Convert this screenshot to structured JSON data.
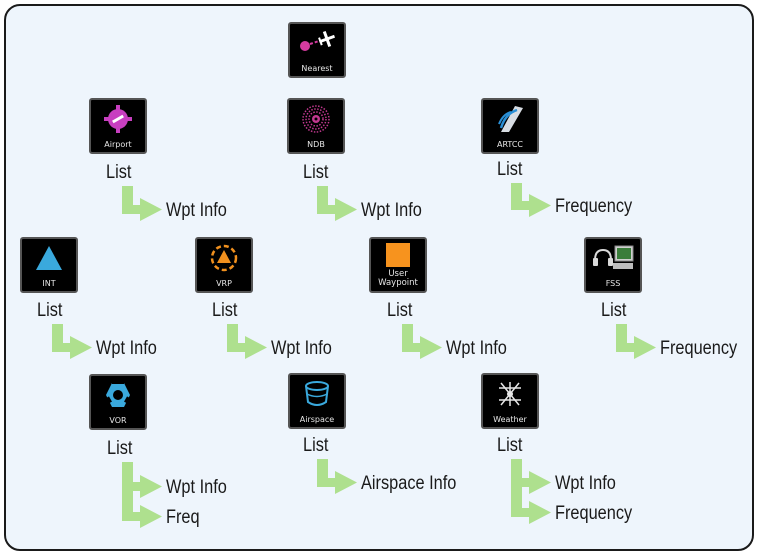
{
  "nearest": {
    "caption": "Nearest",
    "icon": "aircraft-target-icon"
  },
  "categories": {
    "airport": {
      "caption": "Airport",
      "icon": "airport-icon",
      "list_label": "List",
      "items": [
        "Wpt Info"
      ]
    },
    "ndb": {
      "caption": "NDB",
      "icon": "ndb-icon",
      "list_label": "List",
      "items": [
        "Wpt Info"
      ]
    },
    "artcc": {
      "caption": "ARTCC",
      "icon": "artcc-icon",
      "list_label": "List",
      "items": [
        "Frequency"
      ]
    },
    "int": {
      "caption": "INT",
      "icon": "intersection-icon",
      "list_label": "List",
      "items": [
        "Wpt Info"
      ]
    },
    "vrp": {
      "caption": "VRP",
      "icon": "vrp-icon",
      "list_label": "List",
      "items": [
        "Wpt Info"
      ]
    },
    "user_wpt": {
      "caption": "User Waypoint",
      "caption_line1": "User",
      "caption_line2": "Waypoint",
      "icon": "user-waypoint-icon",
      "list_label": "List",
      "items": [
        "Wpt Info"
      ]
    },
    "fss": {
      "caption": "FSS",
      "icon": "fss-icon",
      "list_label": "List",
      "items": [
        "Frequency"
      ]
    },
    "vor": {
      "caption": "VOR",
      "icon": "vor-icon",
      "list_label": "List",
      "items": [
        "Wpt Info",
        "Freq"
      ]
    },
    "airspace": {
      "caption": "Airspace",
      "icon": "airspace-icon",
      "list_label": "List",
      "items": [
        "Airspace Info"
      ]
    },
    "weather": {
      "caption": "Weather",
      "icon": "weather-icon",
      "list_label": "List",
      "items": [
        "Wpt Info",
        "Frequency"
      ]
    }
  },
  "colors": {
    "frame_bg": "#eef5fc",
    "connector": "#aee08e",
    "button_bg": "#000000"
  }
}
